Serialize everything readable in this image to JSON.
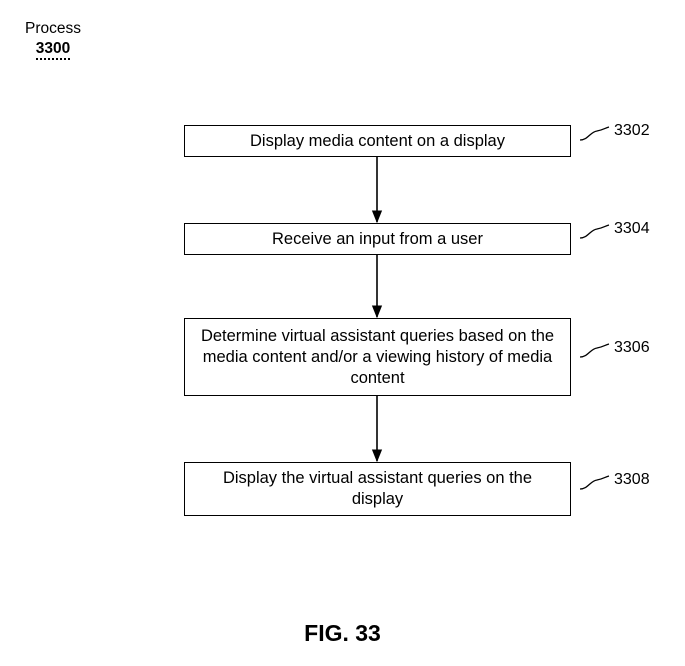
{
  "process": {
    "label": "Process",
    "number": "3300"
  },
  "steps": [
    {
      "ref": "3302",
      "text": "Display media content on a display"
    },
    {
      "ref": "3304",
      "text": "Receive an input from a user"
    },
    {
      "ref": "3306",
      "text": "Determine virtual assistant queries based on the media content and/or a viewing history of media content"
    },
    {
      "ref": "3308",
      "text": "Display the virtual assistant queries on the display"
    }
  ],
  "figure_label": "FIG. 33"
}
